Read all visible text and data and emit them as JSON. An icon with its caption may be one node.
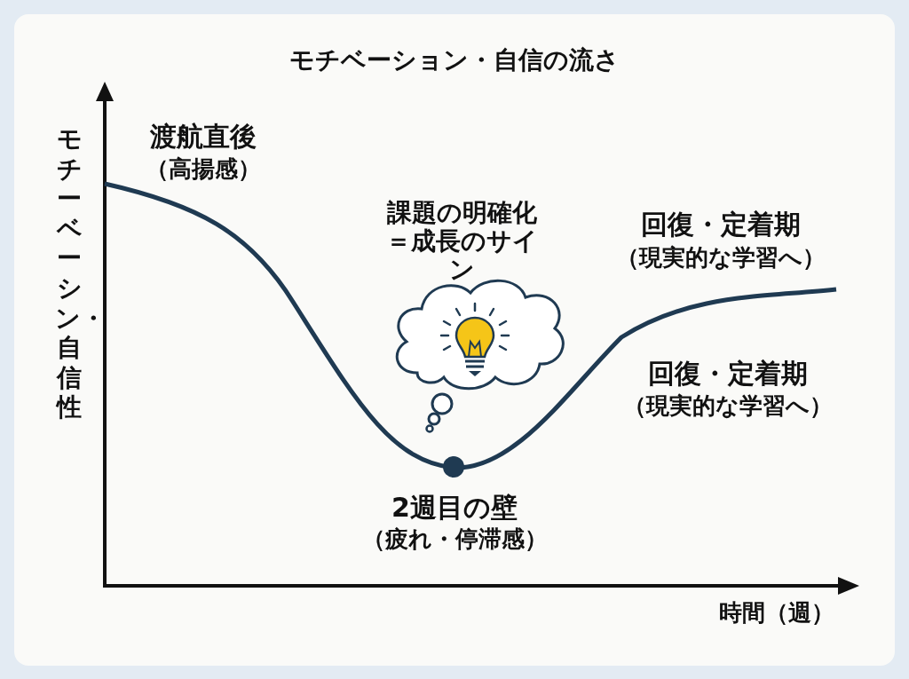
{
  "diagram": {
    "title": "モチベーション・自信の流さ",
    "labels": [
      "モチーベーシン・自信性",
      "渡航直後",
      "（高揚感）",
      "課題の明確化＝成長のサイン",
      "回復・定着期",
      "（現実的な学習へ）",
      "回復・定着期",
      "（現実的な学習へ）",
      "2週目の壁",
      "（疲れ・停滞感）",
      "時間（週）"
    ]
  }
}
